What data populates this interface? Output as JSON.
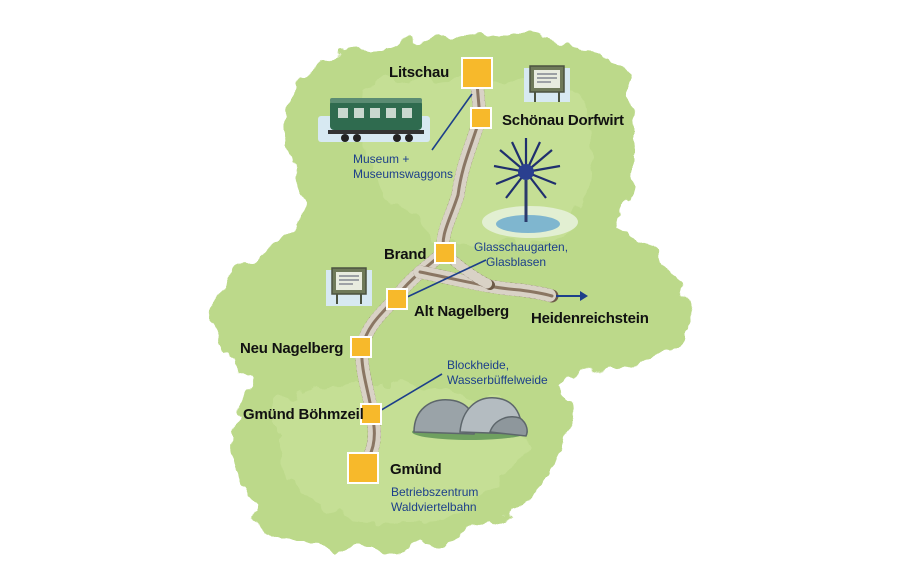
{
  "stations": [
    {
      "id": "litschau",
      "label": "Litschau",
      "size": "large"
    },
    {
      "id": "schoenau",
      "label": "Schönau Dorfwirt",
      "size": "small"
    },
    {
      "id": "brand",
      "label": "Brand",
      "size": "small"
    },
    {
      "id": "alt-nagelberg",
      "label": "Alt Nagelberg",
      "size": "small"
    },
    {
      "id": "heidenreichstein",
      "label": "Heidenreichstein",
      "size": "none"
    },
    {
      "id": "neu-nagelberg",
      "label": "Neu Nagelberg",
      "size": "small"
    },
    {
      "id": "gmuend-boehmzeil",
      "label": "Gmünd Böhmzeil",
      "size": "small"
    },
    {
      "id": "gmuend",
      "label": "Gmünd",
      "size": "large"
    }
  ],
  "points_of_interest": [
    {
      "id": "museum",
      "lines": [
        "Museum +",
        "Museumswaggons"
      ],
      "icon": "railway-carriage-icon"
    },
    {
      "id": "glass",
      "lines": [
        "Glasschaugarten,",
        "Glasblasen"
      ],
      "icon": "glass-sculpture-icon"
    },
    {
      "id": "blockheide",
      "lines": [
        "Blockheide,",
        "Wasserbüffelweide"
      ],
      "icon": "boulders-icon"
    },
    {
      "id": "betrieb",
      "lines": [
        "Betriebszentrum",
        "Waldviertelbahn"
      ],
      "icon": "none"
    }
  ],
  "info_boards": [
    "info-board-icon",
    "info-board-icon"
  ],
  "colors": {
    "land": "#bcd98a",
    "land_dark": "#a7cc72",
    "track_ties": "#6d5a48",
    "track_rails": "#d9d2c6",
    "station_fill": "#f7b92b",
    "station_stroke": "#ffffff",
    "poi_text": "#1c3f8a",
    "station_text": "#111111",
    "carriage": "#2f6b4f"
  }
}
